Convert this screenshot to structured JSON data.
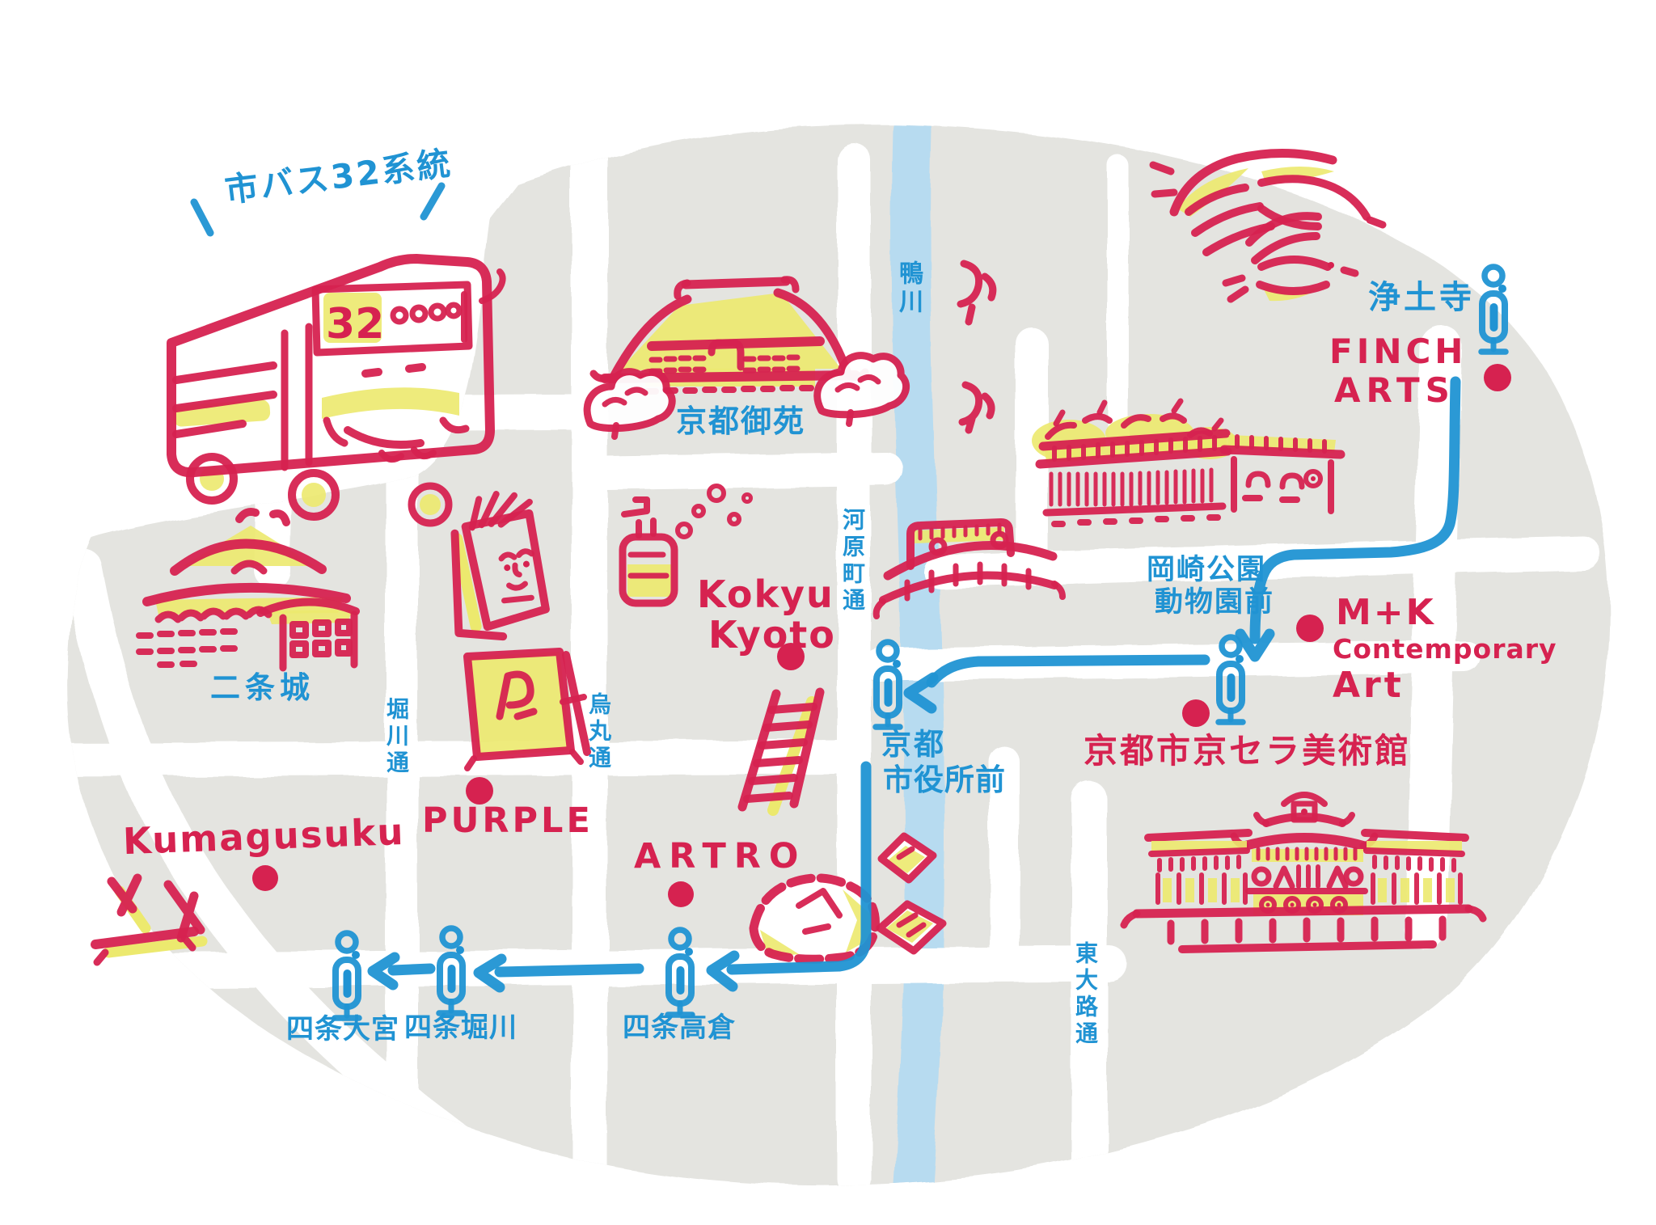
{
  "palette": {
    "red": "#d62250",
    "yellow": "#ece96e",
    "blue": "#2093d3",
    "river_blue": "#b7dbf0",
    "land_gray": "#e4e4e0",
    "background": "#ffffff"
  },
  "bus": {
    "label": "市バス32系統",
    "route_number": "32"
  },
  "river": {
    "name": "鴨川"
  },
  "streets": {
    "kawaramachi": "河原町通",
    "karasuma": "烏丸通",
    "horikawa": "堀川通",
    "higashioji": "東大路通"
  },
  "bus_stops": {
    "jodoji": "浄土寺",
    "okazaki": {
      "line1": "岡崎公園",
      "line2": "動物園前"
    },
    "shiyakusho": {
      "line1": "京都",
      "line2": "市役所前"
    },
    "shijo_takakura": "四条高倉",
    "shijo_horikawa": "四条堀川",
    "shijo_omiya": "四条大宮"
  },
  "places": {
    "kyoto_gyoen": "京都御苑",
    "nijo_castle": "二条城",
    "finch_arts": {
      "line1": "FINCH",
      "line2": "ARTS"
    },
    "mk_contemporary": {
      "line1": "M+K",
      "line2": "Contemporary",
      "line3": "Art"
    },
    "kyocera_museum": "京都市京セラ美術館",
    "kokyu": {
      "line1": "Kokyu",
      "line2": "Kyoto"
    },
    "purple": "PURPLE",
    "artro": "ARTRO",
    "kumagusuku": "Kumagusuku"
  },
  "route": {
    "number": "32",
    "stops_in_arrow_order": [
      "浄土寺",
      "岡崎公園動物園前",
      "京都市役所前",
      "四条高倉",
      "四条堀川",
      "四条大宮"
    ]
  }
}
